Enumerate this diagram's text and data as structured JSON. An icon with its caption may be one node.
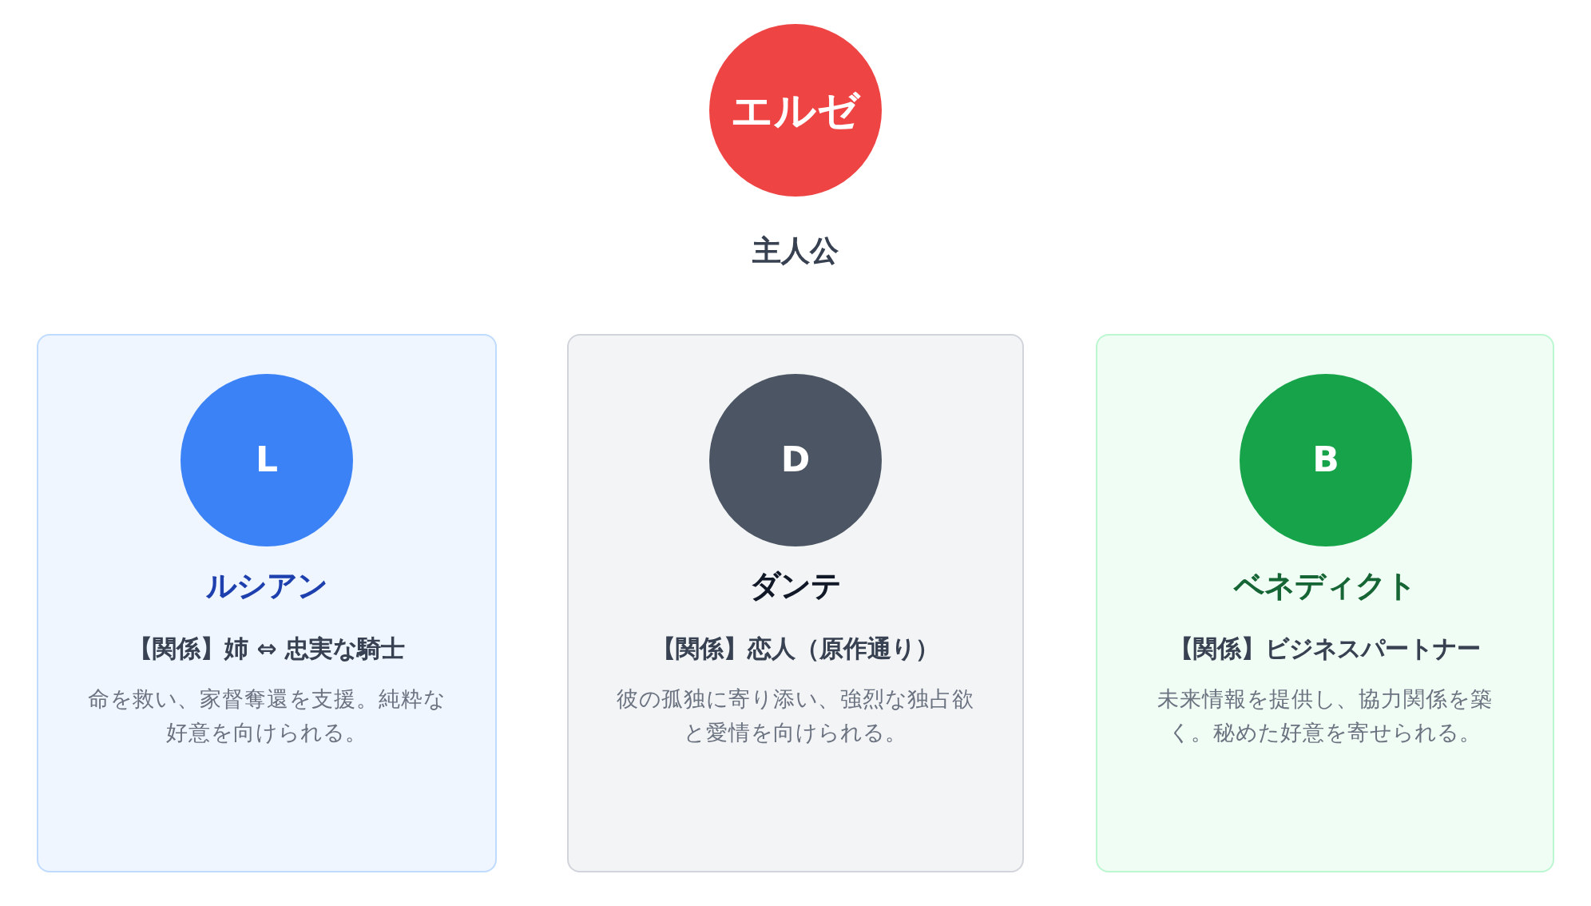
{
  "diagram": {
    "nodes": [
      {
        "text": [
          "エルゼ"
        ],
        "beside": [
          "主人公"
        ]
      },
      {
        "text": [
          "ルシアン",
          "【関係】姉 ⇔ 忠実な騎士",
          "命を救い、家督奪還を支援。純粋な好意を向けられる。"
        ]
      },
      {
        "text": [
          "L"
        ],
        "in": 1
      },
      {
        "text": [
          "ダンテ",
          "【関係】恋人（原作通り）",
          "彼の孤独に寄り添い、強烈な独占欲と愛情を向けられる。"
        ]
      },
      {
        "text": [
          "D"
        ],
        "in": 3
      },
      {
        "text": [
          "ベネディクト",
          "【関係】ビジネスパートナー",
          "未来情報を提供し、協力関係を築く。秘めた好意を寄せられる。"
        ]
      },
      {
        "text": [
          "B"
        ],
        "in": 5
      }
    ]
  }
}
